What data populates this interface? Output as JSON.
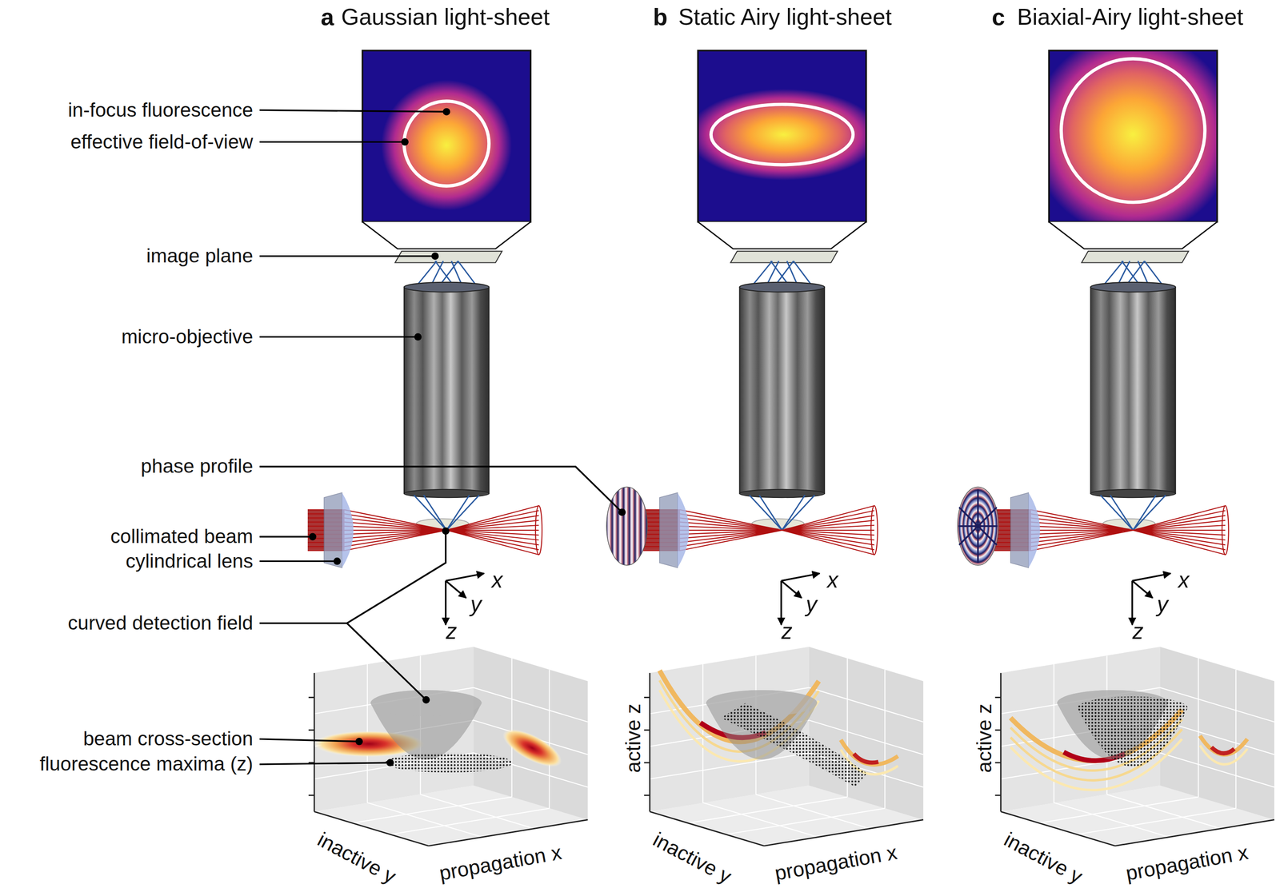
{
  "diagram": {
    "labels": [
      "a",
      "Gaussian light-sheet",
      "b",
      "Static Airy light-sheet",
      "c",
      "Biaxial-Airy light-sheet",
      "in-focus fluorescence",
      "effective field-of-view",
      "image plane",
      "micro-objective",
      "phase profile",
      "collimated beam",
      "cylindrical lens",
      "x",
      "y",
      "x",
      "y",
      "x",
      "y",
      "curved detection field",
      "z",
      "z",
      "z",
      "beam cross-section",
      "fluorescence maxima (z)",
      "active z",
      "active z",
      "inactive y",
      "propagation x",
      "inactive y",
      "propagation x",
      "inactive y",
      "propagation x"
    ]
  }
}
